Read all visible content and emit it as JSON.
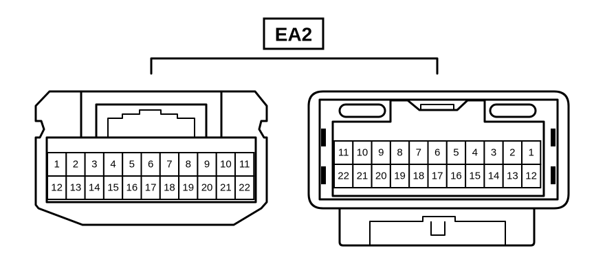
{
  "connector_label": "EA2",
  "left_connector": {
    "row1": [
      "1",
      "2",
      "3",
      "4",
      "5",
      "6",
      "7",
      "8",
      "9",
      "10",
      "11"
    ],
    "row2": [
      "12",
      "13",
      "14",
      "15",
      "16",
      "17",
      "18",
      "19",
      "20",
      "21",
      "22"
    ]
  },
  "right_connector": {
    "row1": [
      "11",
      "10",
      "9",
      "8",
      "7",
      "6",
      "5",
      "4",
      "3",
      "2",
      "1"
    ],
    "row2": [
      "22",
      "21",
      "20",
      "19",
      "18",
      "17",
      "16",
      "15",
      "14",
      "13",
      "12"
    ]
  }
}
